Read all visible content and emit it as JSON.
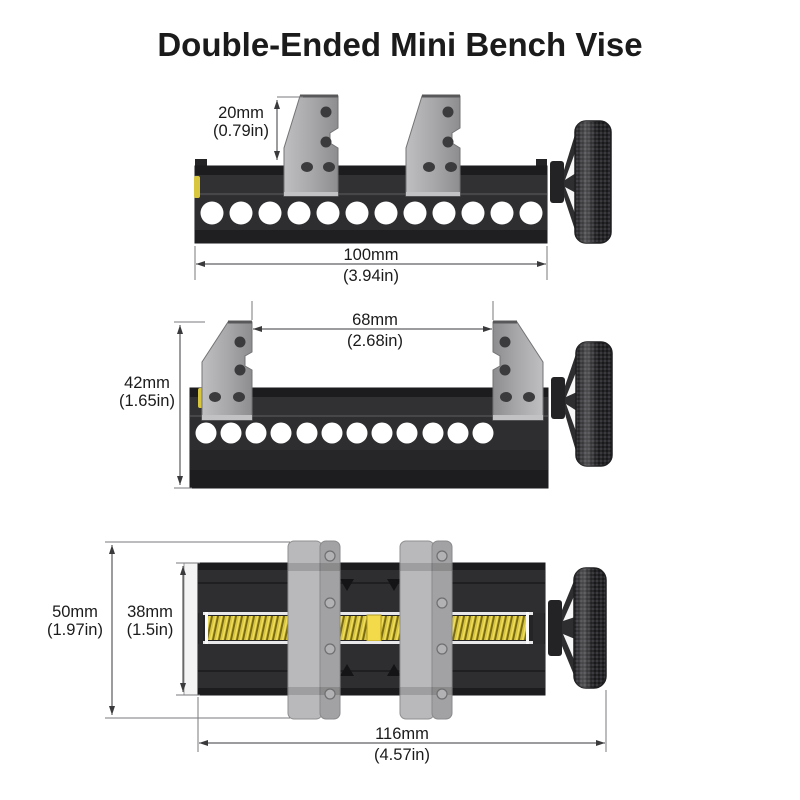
{
  "title": "Double-Ended Mini Bench Vise",
  "colors": {
    "title_blue": "#1568ad",
    "body_black": "#2b2b2d",
    "jaw_gray": "#a9a9ab",
    "carrier_gray": "#b9b9bb",
    "screw_brass": "#d8c63e",
    "dim_line": "#3a3a3c",
    "label_text": "#1b1b1b"
  },
  "views": [
    {
      "id": "side-view-jaws-centered",
      "dims": {
        "jaw_height": {
          "mm": "20mm",
          "inch": "(0.79in)"
        },
        "body_length": {
          "mm": "100mm",
          "inch": "(3.94in)"
        }
      }
    },
    {
      "id": "side-view-jaws-open",
      "dims": {
        "jaw_opening": {
          "mm": "68mm",
          "inch": "(2.68in)"
        },
        "overall_height": {
          "mm": "42mm",
          "inch": "(1.65in)"
        }
      }
    },
    {
      "id": "top-view",
      "dims": {
        "overall_width": {
          "mm": "50mm",
          "inch": "(1.97in)"
        },
        "body_width": {
          "mm": "38mm",
          "inch": "(1.5in)"
        },
        "overall_length": {
          "mm": "116mm",
          "inch": "(4.57in)"
        }
      }
    }
  ]
}
